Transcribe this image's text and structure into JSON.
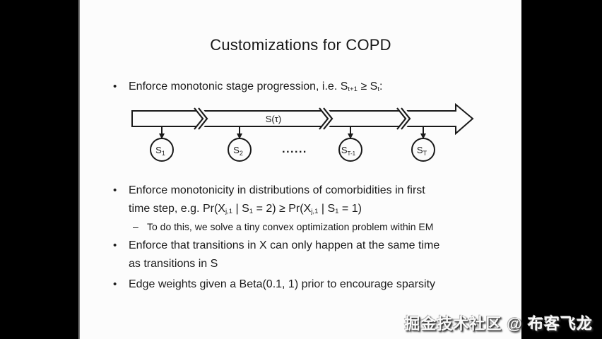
{
  "slide": {
    "title": "Customizations for COPD",
    "bullets": [
      {
        "marker": "•",
        "lines": [
          [
            {
              "t": "Enforce monotonic stage progression, i.e. S"
            },
            {
              "t": "t+1",
              "sub": true
            },
            {
              "t": " ≥ S"
            },
            {
              "t": "t",
              "sub": true
            },
            {
              "t": ":"
            }
          ]
        ]
      },
      {
        "marker": "•",
        "lines": [
          [
            {
              "t": "Enforce monotonicity in distributions of comorbidities in first"
            }
          ],
          [
            {
              "t": "time step, e.g. Pr(X"
            },
            {
              "t": "j,1",
              "sub": true
            },
            {
              "t": " | S"
            },
            {
              "t": "1",
              "sub": true
            },
            {
              "t": " = 2) ≥ Pr(X"
            },
            {
              "t": "j,1",
              "sub": true
            },
            {
              "t": " | S"
            },
            {
              "t": "1",
              "sub": true
            },
            {
              "t": " = 1)"
            }
          ]
        ]
      },
      {
        "marker": "–",
        "lines": [
          [
            {
              "t": "To do this, we solve a tiny convex optimization problem within EM"
            }
          ]
        ]
      },
      {
        "marker": "•",
        "lines": [
          [
            {
              "t": "Enforce that transitions in X can only happen at the same time"
            }
          ],
          [
            {
              "t": "as transitions in S"
            }
          ]
        ]
      },
      {
        "marker": "•",
        "lines": [
          [
            {
              "t": "Edge weights given a Beta(0.1, 1) prior to encourage sparsity"
            }
          ]
        ]
      }
    ]
  },
  "diagram": {
    "arrow_label": "S(τ)",
    "dots": "......",
    "nodes": [
      {
        "main": "S",
        "sub": "1"
      },
      {
        "main": "S",
        "sub": "2"
      },
      {
        "main": "S",
        "sub": "T-1"
      },
      {
        "main": "S",
        "sub": "T"
      }
    ]
  },
  "watermark": {
    "text": "掘金技术社区 @ 布客飞龙"
  }
}
